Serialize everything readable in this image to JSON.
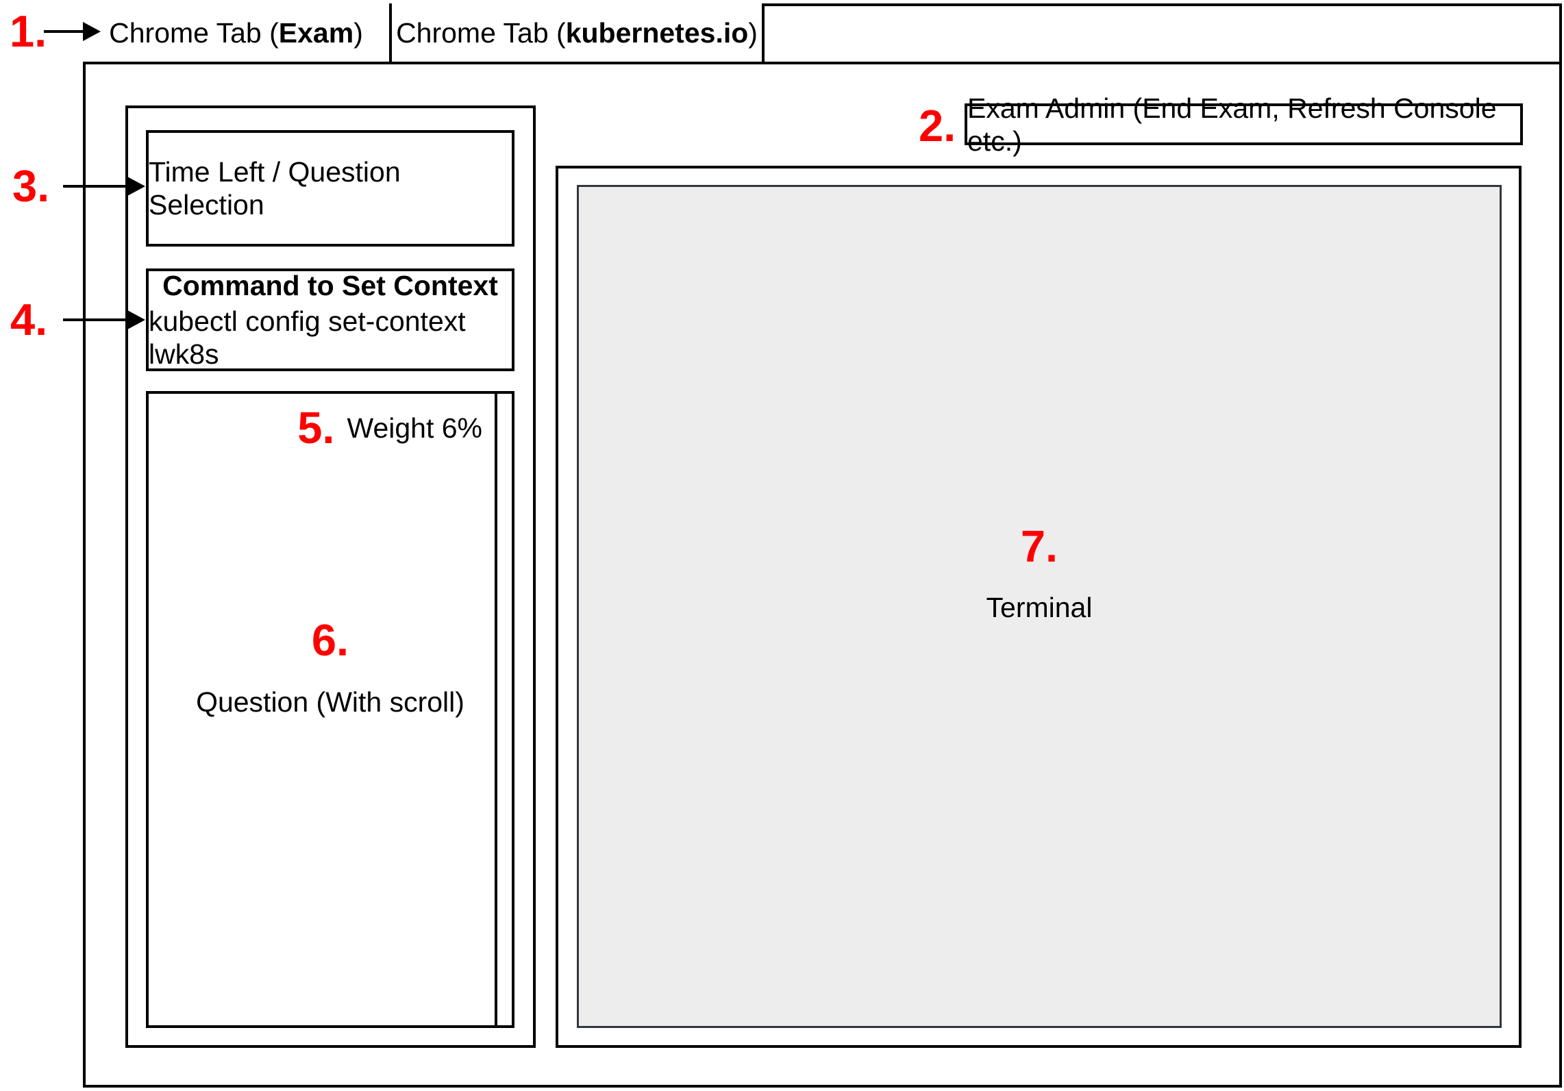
{
  "colors": {
    "annotation_red": "#ff0000",
    "line_black": "#000000",
    "terminal_fill": "#ededee",
    "terminal_border": "#33373e",
    "background": "#ffffff"
  },
  "browser_tabs": {
    "tab1": {
      "prefix": "Chrome Tab (",
      "bold": "Exam",
      "suffix": ")"
    },
    "tab2": {
      "prefix": "Chrome Tab (",
      "bold": "kubernetes.io",
      "suffix": ")"
    }
  },
  "annotations": {
    "n1": "1.",
    "n2": "2.",
    "n3": "3.",
    "n4": "4.",
    "n5": "5.",
    "n6": "6.",
    "n7": "7."
  },
  "exam_admin": {
    "label": "Exam Admin (End Exam, Refresh Console etc.)"
  },
  "sidebar": {
    "time_left_label": "Time Left / Question Selection",
    "command_title": "Command to Set Context",
    "command_text": "kubectl config set-context lwk8s",
    "weight_label": "Weight 6%",
    "question_label": "Question (With scroll)"
  },
  "terminal": {
    "label": "Terminal"
  }
}
